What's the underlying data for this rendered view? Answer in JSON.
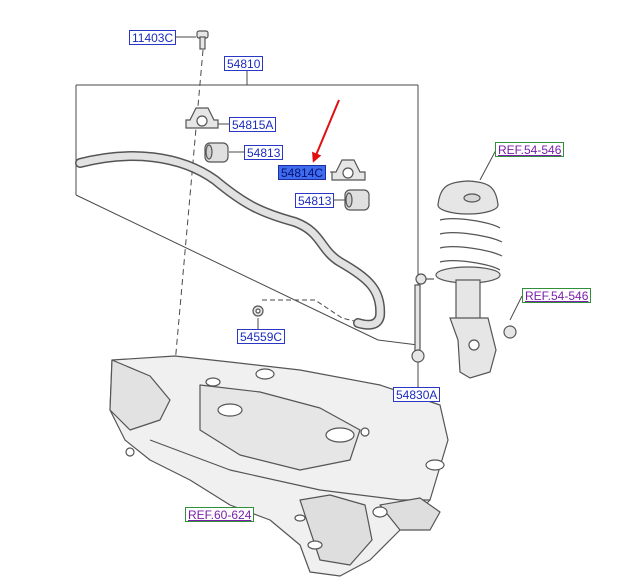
{
  "colors": {
    "line": "#4a4a4a",
    "part_stroke": "#555555",
    "part_fill": "#e6e6e6",
    "arrow": "#e01010",
    "callout_text": "#1c2bbf",
    "callout_border": "#2a36c6",
    "highlight_fill": "#3d6cf0",
    "ref_text": "#7a1fa8",
    "ref_border": "#2f8f3a"
  },
  "callouts": {
    "bolt": "11403C",
    "assembly": "54810",
    "bushing_bracket_upper": "54815A",
    "bushing_upper": "54813",
    "bushing_bracket_lower": "54814C",
    "bushing_lower": "54813",
    "nut": "54559C",
    "stabilizer_link": "54830A",
    "ref_strut": "REF.54-546",
    "ref_knuckle": "REF.54-546",
    "ref_subframe": "REF.60-624"
  },
  "selected_part": "54814C"
}
